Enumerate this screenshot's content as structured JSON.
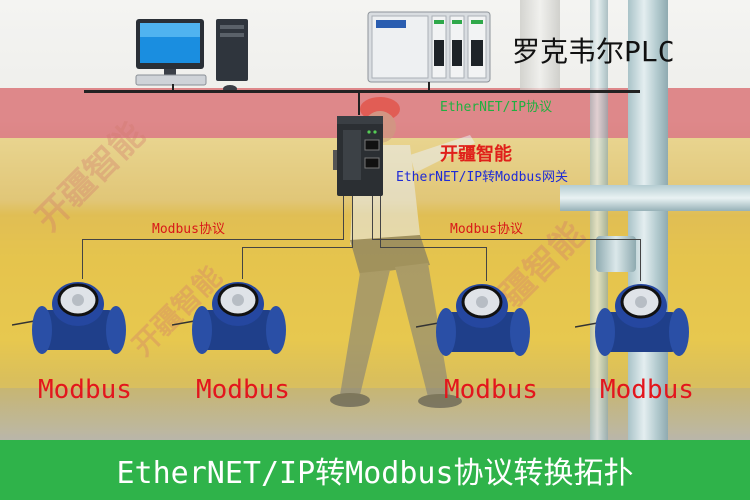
{
  "diagram": {
    "plc_label": "罗克韦尔PLC",
    "ethernet_label": "EtherNET/IP协议",
    "gateway_brand": "开疆智能",
    "gateway_desc": "EtherNET/IP转Modbus网关",
    "modbus_protocol_left": "Modbus协议",
    "modbus_protocol_right": "Modbus协议",
    "meters": [
      {
        "label": "Modbus"
      },
      {
        "label": "Modbus"
      },
      {
        "label": "Modbus"
      },
      {
        "label": "Modbus"
      }
    ],
    "watermark": "开疆智能",
    "footer_title": "EtherNET/IP转Modbus协议转换拓扑"
  },
  "icons": {
    "computer": "desktop-computer-icon",
    "plc": "plc-rack-icon",
    "gateway": "gateway-device-icon",
    "meter": "water-meter-icon"
  },
  "colors": {
    "footer_bg": "#2fb34a",
    "ethernet_text": "#20b040",
    "brand_text": "#e0201a",
    "gateway_text": "#1f2bd6",
    "meter_text": "#e3161d"
  }
}
